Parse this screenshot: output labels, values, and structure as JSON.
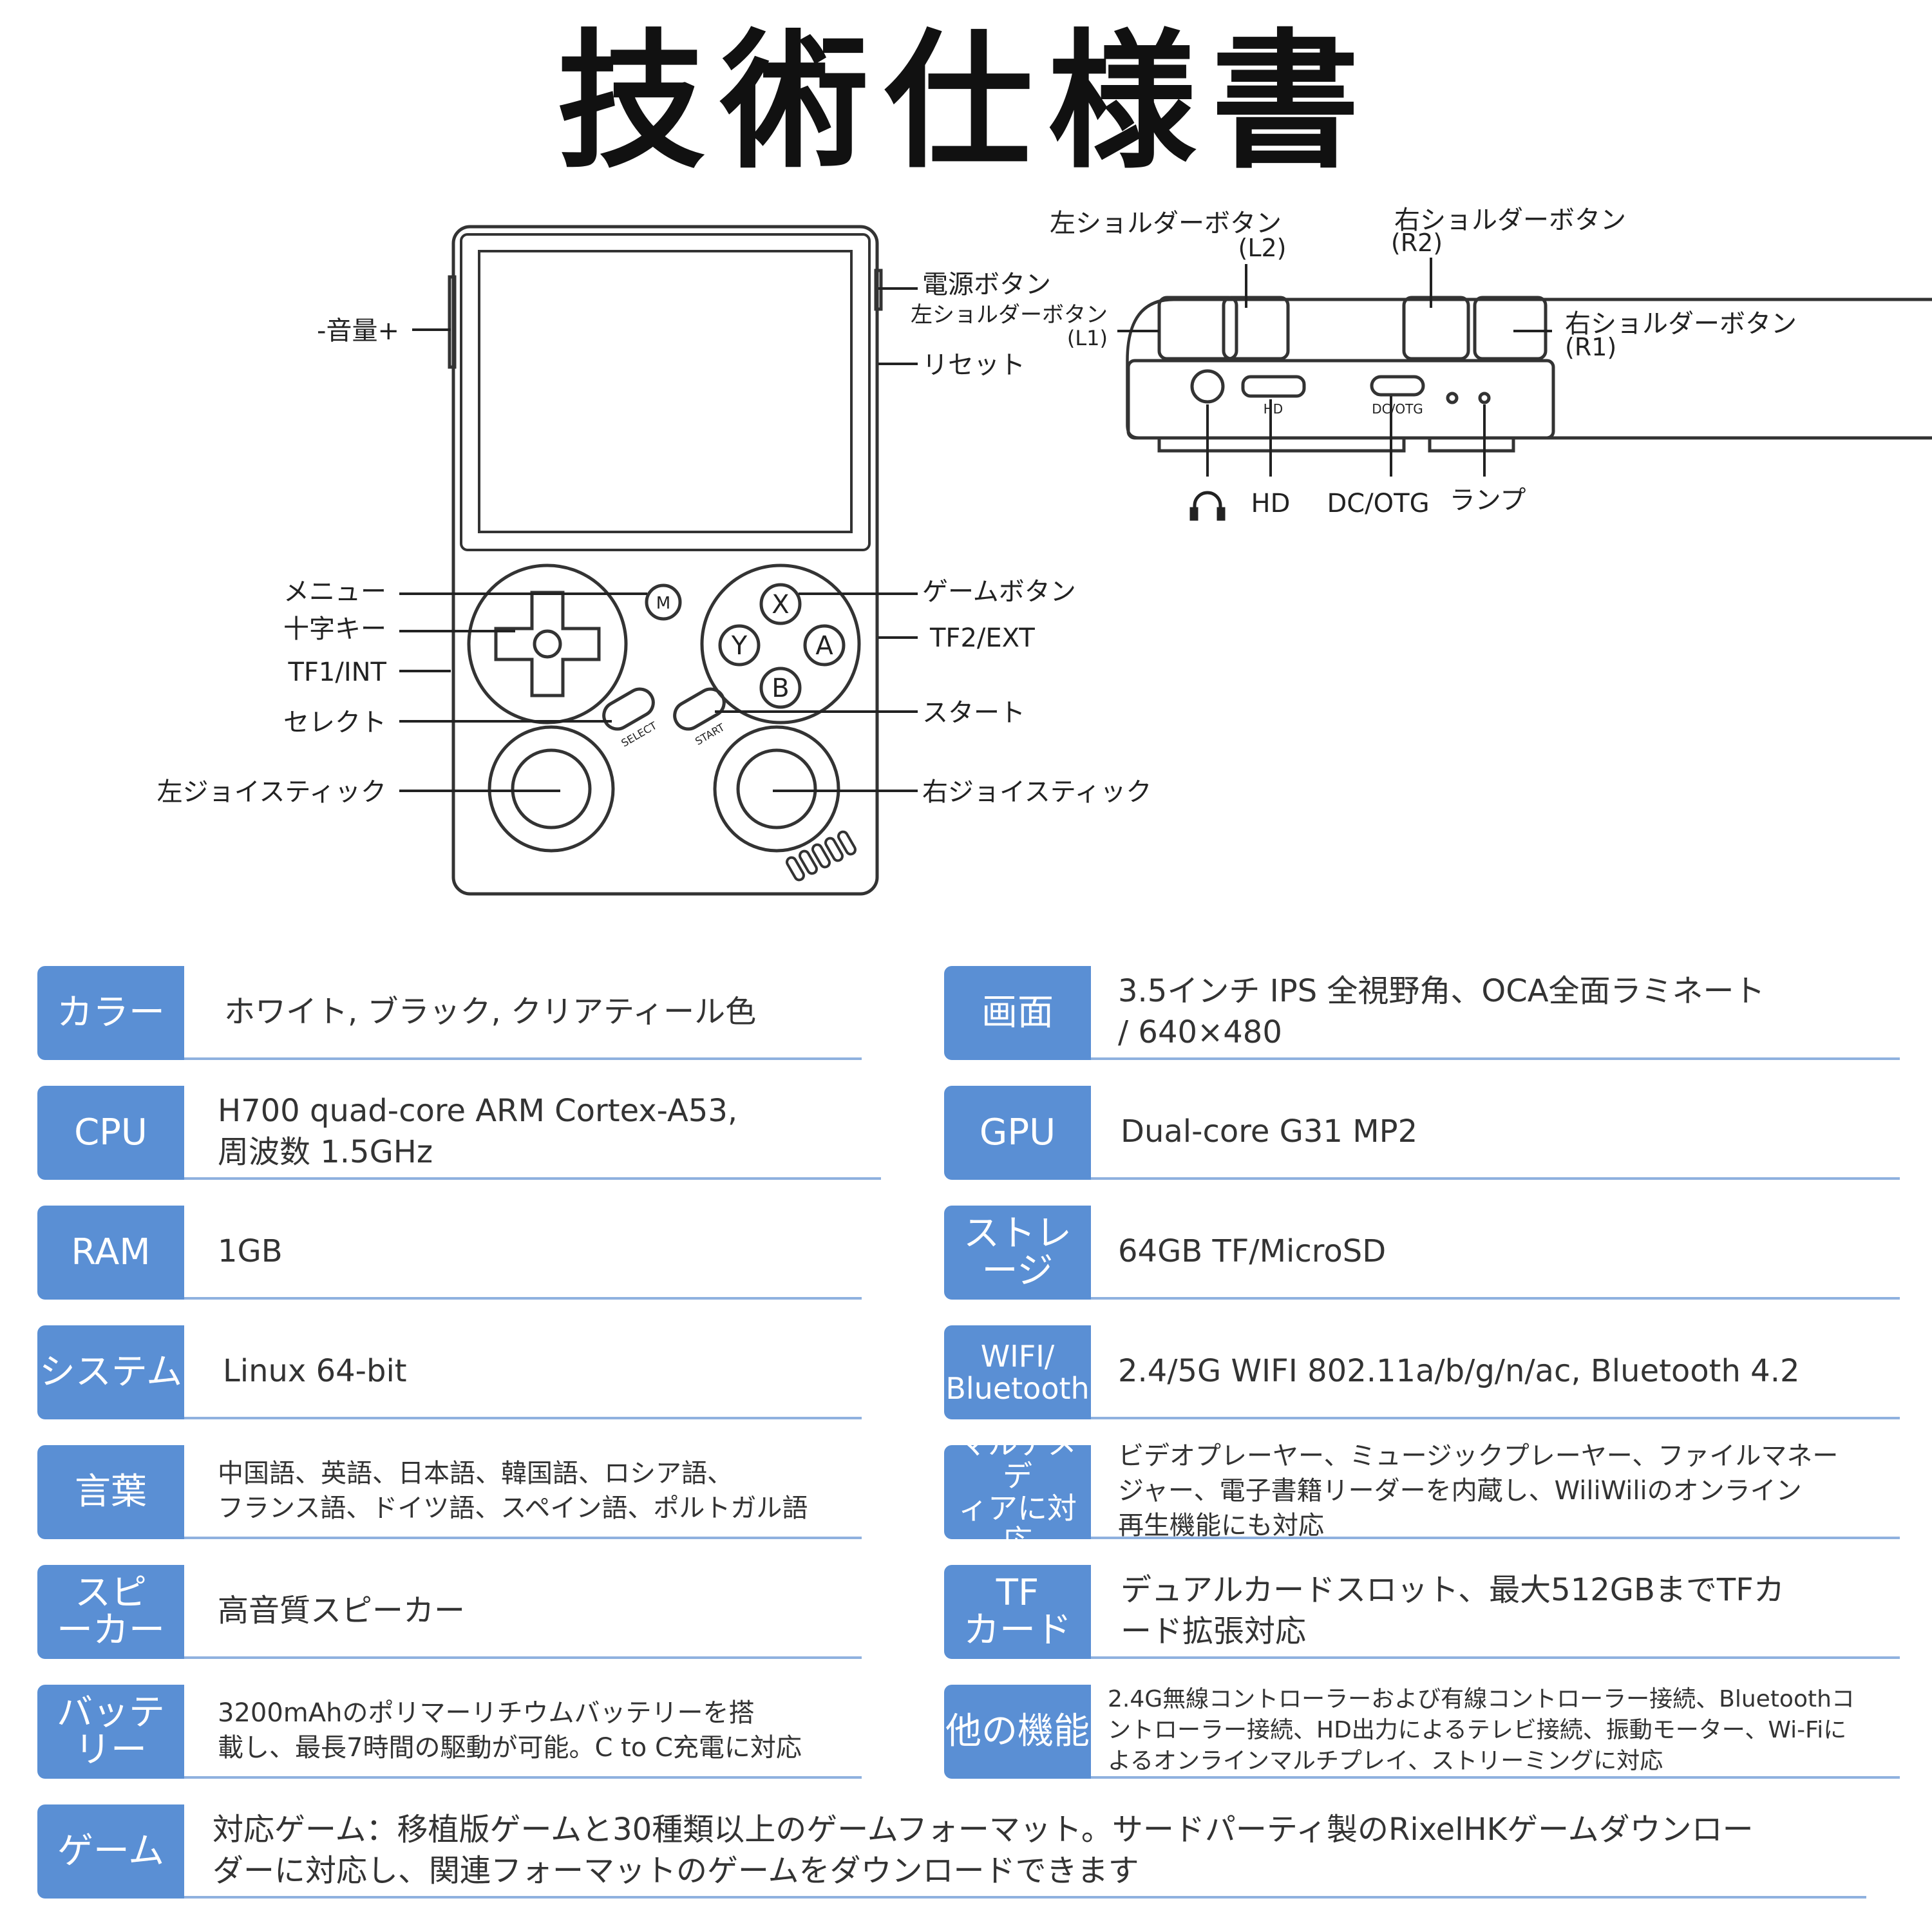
{
  "title": "技術仕様書",
  "device_labels": {
    "volume": "-音量+",
    "power": "電源ボタン",
    "reset": "リセット",
    "menu": "メニュー",
    "dpad": "十字キー",
    "tf1": "TF1/INT",
    "select": "セレクト",
    "left_stick": "左ジョイスティック",
    "game_buttons": "ゲームボタン",
    "tf2": "TF2/EXT",
    "start": "スタート",
    "right_stick": "右ジョイスティック",
    "btn_x": "X",
    "btn_y": "Y",
    "btn_a": "A",
    "btn_b": "B",
    "btn_m": "M",
    "select_print": "SELECT",
    "start_print": "START"
  },
  "top_labels": {
    "l2_line1": "左ショルダーボタン",
    "l2_line2": "(L2)",
    "r2_line1": "右ショルダーボタン",
    "r2_line2": "(R2)",
    "l1_line1": "左ショルダーボタン",
    "l1_line2": "(L1)",
    "r1_line1": "右ショルダーボタン",
    "r1_line2": "(R1)",
    "hd": "HD",
    "dcotg": "DC/OTG",
    "lamp": "ランプ",
    "port_hd": "HD",
    "port_dcotg": "DC/OTG"
  },
  "specs": {
    "color": {
      "label": "カラー",
      "value": "ホワイト, ブラック, クリアティール色"
    },
    "screen": {
      "label": "画面",
      "value": "3.5インチ IPS 全視野角、OCA全面ラミネート\n / 640×480"
    },
    "cpu": {
      "label": "CPU",
      "value": "H700 quad-core ARM Cortex-A53,\n周波数 1.5GHz"
    },
    "gpu": {
      "label": "GPU",
      "value": "Dual-core G31 MP2"
    },
    "ram": {
      "label": "RAM",
      "value": "1GB"
    },
    "storage": {
      "label": "ストレ\nージ",
      "value": "64GB TF/MicroSD"
    },
    "system": {
      "label": "システム",
      "value": "Linux 64-bit"
    },
    "wifi": {
      "label": "WIFI/\nBluetooth",
      "value": "2.4/5G WIFI 802.11a/b/g/n/ac, Bluetooth 4.2"
    },
    "language": {
      "label": "言葉",
      "value": "中国語、英語、日本語、韓国語、ロシア語、\nフランス語、ドイツ語、スペイン語、ポルトガル語"
    },
    "multimedia": {
      "label": "マルチメデ\nィアに対応",
      "value": "ビデオプレーヤー、ミュージックプレーヤー、ファイルマネー\nジャー、電子書籍リーダーを内蔵し、WiliWiliのオンライン\n再生機能にも対応"
    },
    "speaker": {
      "label": "スピ\nーカー",
      "value": "高音質スピーカー"
    },
    "tfcard": {
      "label": "TF\nカード",
      "value": "デュアルカードスロット、最大512GBまでTFカ\nード拡張対応"
    },
    "battery": {
      "label": "バッテ\nリー",
      "value": "3200mAhのポリマーリチウムバッテリーを搭\n載し、最長7時間の駆動が可能。C to C充電に対応"
    },
    "other": {
      "label": "他の機能",
      "value": "2.4G無線コントローラーおよび有線コントローラー接続、Bluetoothコ\nントローラー接続、HD出力によるテレビ接続、振動モーター、Wi-Fiに\nよるオンラインマルチプレイ、ストリーミングに対応"
    },
    "game": {
      "label": "ゲーム",
      "value": "対応ゲーム：移植版ゲームと30種類以上のゲームフォーマット。サードパーティ製のRixelHKゲームダウンロー\nダーに対応し、関連フォーマットのゲームをダウンロードできます"
    }
  },
  "colors": {
    "accent": "#5a8fd4",
    "underline": "#8fb1df"
  }
}
